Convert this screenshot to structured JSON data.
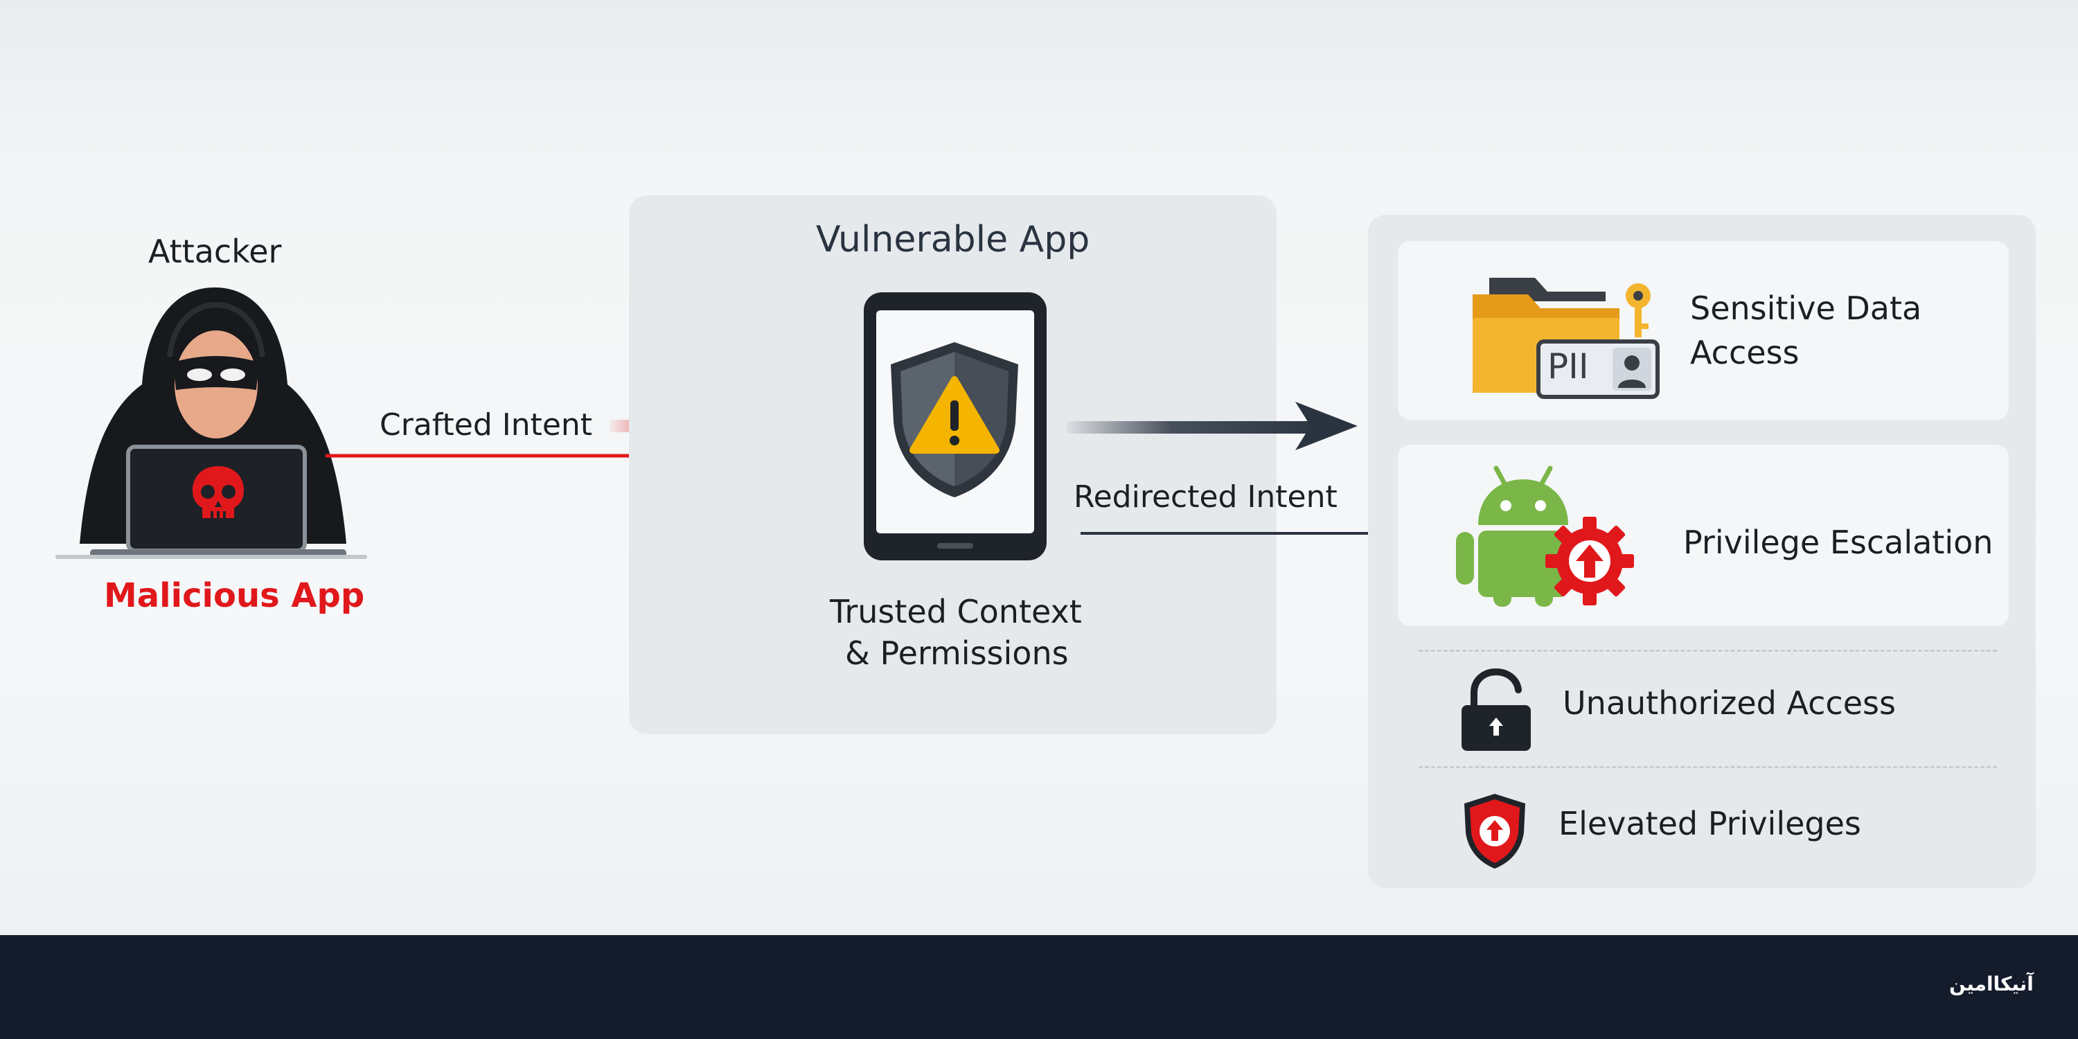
{
  "attacker": {
    "title": "Attacker",
    "caption": "Malicious App"
  },
  "flows": {
    "crafted": "Crafted Intent",
    "redirected": "Redirected Intent"
  },
  "vulnerable_app": {
    "title": "Vulnerable App",
    "caption_line1": "Trusted Context",
    "caption_line2": "& Permissions"
  },
  "outcomes": {
    "sensitive_line1": "Sensitive Data",
    "sensitive_line2": "Access",
    "pii_badge": "PII",
    "privilege_escalation": "Privilege Escalation",
    "unauthorized_access": "Unauthorized Access",
    "elevated_privileges": "Elevated Privileges"
  },
  "footer": {
    "brand": "آنیکاامین"
  },
  "colors": {
    "danger": "#e0181b",
    "dark_arrow": "#2a3340",
    "android_green": "#7ab648",
    "folder_yellow": "#f4b52e",
    "shield_dark": "#2f353d",
    "warning_yellow": "#f5b400",
    "footer_bg": "#141c2c"
  },
  "icons": [
    "attacker-icon",
    "skull-icon",
    "phone-icon",
    "warning-shield-icon",
    "folder-icon",
    "key-icon",
    "id-card-icon",
    "android-icon",
    "gear-up-icon",
    "padlock-open-icon",
    "shield-up-icon"
  ]
}
